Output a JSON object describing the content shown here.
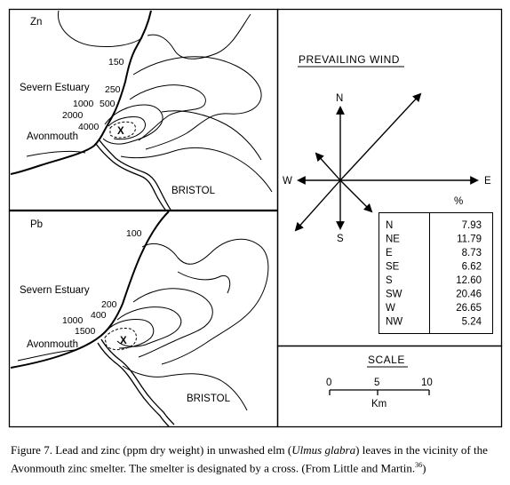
{
  "zn_map": {
    "panel_label": "Zn",
    "estuary_label": "Severn Estuary",
    "town_label": "Avonmouth",
    "city_label": "BRISTOL",
    "smelter_mark": "X",
    "contours": [
      "150",
      "250",
      "500",
      "1000",
      "2000",
      "4000"
    ]
  },
  "pb_map": {
    "panel_label": "Pb",
    "estuary_label": "Severn Estuary",
    "town_label": "Avonmouth",
    "city_label": "BRISTOL",
    "smelter_mark": "X",
    "contours": [
      "100",
      "200",
      "400",
      "1000",
      "1500"
    ]
  },
  "wind": {
    "title": "PREVAILING WIND",
    "compass": {
      "N": "N",
      "S": "S",
      "E": "E",
      "W": "W"
    },
    "table_header": "%",
    "table": [
      {
        "dir": "N",
        "pct": "7.93"
      },
      {
        "dir": "NE",
        "pct": "11.79"
      },
      {
        "dir": "E",
        "pct": "8.73"
      },
      {
        "dir": "SE",
        "pct": "6.62"
      },
      {
        "dir": "S",
        "pct": "12.60"
      },
      {
        "dir": "SW",
        "pct": "20.46"
      },
      {
        "dir": "W",
        "pct": "26.65"
      },
      {
        "dir": "NW",
        "pct": "5.24"
      }
    ]
  },
  "scale": {
    "title": "SCALE",
    "ticks": [
      "0",
      "5",
      "10"
    ],
    "unit": "Km"
  },
  "caption": {
    "prefix": "Figure 7.  Lead and zinc (ppm dry weight) in unwashed elm (",
    "species": "Ulmus glabra",
    "middle": ") leaves in the vicinity of the Avonmouth zinc smelter. The smelter is designated by a cross. (From Little and Martin.",
    "ref": "36",
    "suffix": ")"
  }
}
